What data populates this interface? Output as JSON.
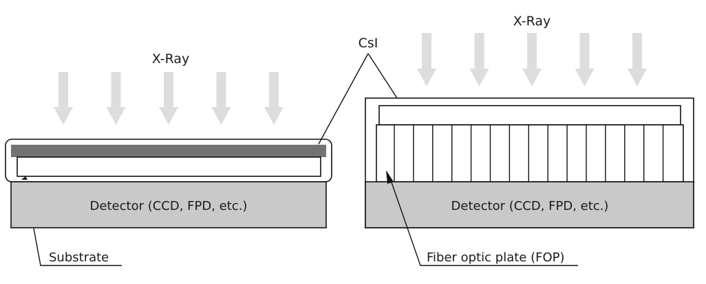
{
  "colors": {
    "xray_arrow": "#dcdddc",
    "csi_layer_dark": "#737373",
    "detector_fill": "#c8c9c8",
    "line": "#111111",
    "background": "#ffffff"
  },
  "left_diagram": {
    "xray_label": "X-Ray",
    "xray_arrow_count": 5,
    "detector_label": "Detector (CCD, FPD, etc.)",
    "substrate_label": "Substrate"
  },
  "right_diagram": {
    "xray_label": "X-Ray",
    "xray_arrow_count": 5,
    "detector_label": "Detector (CCD, FPD, etc.)",
    "fop_label": "Fiber optic plate (FOP)",
    "fop_fiber_count": 17
  },
  "shared": {
    "csi_label": "CsI"
  }
}
